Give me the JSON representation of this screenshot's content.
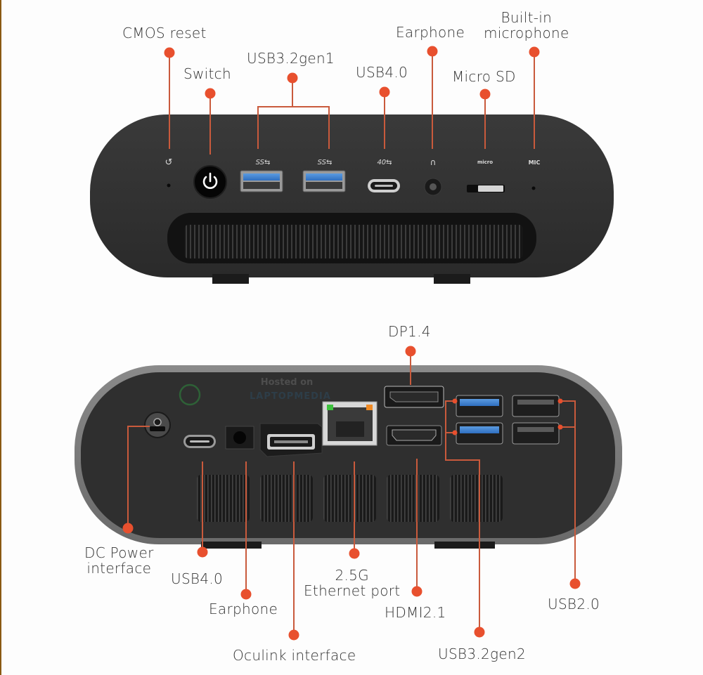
{
  "accent_color": "#e8502e",
  "line_color": "#c95a3c",
  "device_color": "#2e2e2e",
  "front_panel": {
    "labels": {
      "cmos_reset": "CMOS reset",
      "switch": "Switch",
      "usb32gen1": "USB3.2gen1",
      "usb40": "USB4.0",
      "earphone": "Earphone",
      "micro_sd": "Micro SD",
      "builtin_mic": "Built-in\nmicrophone"
    },
    "port_glyphs": {
      "cmos": "↺",
      "usb_ss_1": "SS⇆",
      "usb_ss_2": "SS⇆",
      "usb4": "40⇆",
      "headphone": "∩",
      "microsd": "micro",
      "mic": "MIC"
    }
  },
  "rear_panel": {
    "watermark": {
      "hosted_on": "Hosted on",
      "brand": "LAPTOPMEDIA"
    },
    "labels": {
      "dp14": "DP1.4",
      "dc_power": "DC Power\ninterface",
      "usb40": "USB4.0",
      "earphone": "Earphone",
      "oculink": "Oculink interface",
      "ethernet": "2.5G\nEthernet port",
      "hdmi21": "HDMI2.1",
      "usb32gen2": "USB3.2gen2",
      "usb20": "USB2.0"
    }
  }
}
